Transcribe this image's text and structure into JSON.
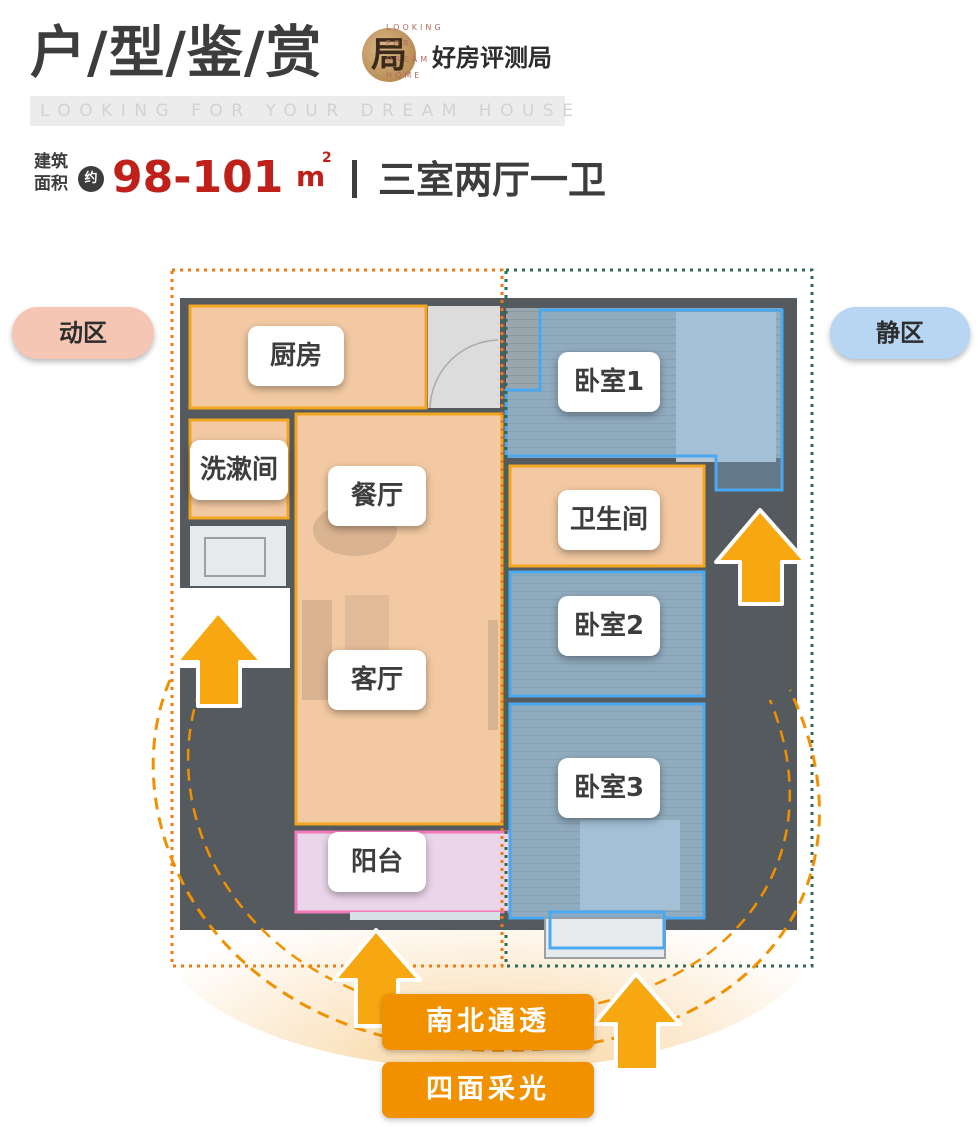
{
  "header": {
    "title": "户/型/鉴/赏",
    "logo_char": "局",
    "logo_letters": [
      "LOOKING",
      "FOR",
      "DREAM",
      "HOME"
    ],
    "brand": "好房评测局",
    "tagline": "LOOKING FOR YOUR DREAM HOUSE"
  },
  "area": {
    "label_line1": "建筑",
    "label_line2": "面积",
    "approx": "约",
    "value": "98-101",
    "unit": "m",
    "unit_sup": "2",
    "layout": "三室两厅一卫"
  },
  "zones": {
    "dynamic": "动区",
    "quiet": "静区"
  },
  "rooms": {
    "kitchen": "厨房",
    "washroom": "洗漱间",
    "dining": "餐厅",
    "living": "客厅",
    "balcony": "阳台",
    "bedroom1": "卧室1",
    "bathroom": "卫生间",
    "bedroom2": "卧室2",
    "bedroom3": "卧室3"
  },
  "features": {
    "ventilation": "南北通透",
    "lighting": "四面采光"
  },
  "colors": {
    "brand_red": "#c0201a",
    "dynamic_zone": "#f5c6b3",
    "quiet_zone": "#b7d6f4",
    "public_room_outline": "#f2a51f",
    "bedroom_outline": "#4aa8f0",
    "balcony_outline": "#f07ab8",
    "arrow": "#f7a70f",
    "badge": "#f29100"
  }
}
